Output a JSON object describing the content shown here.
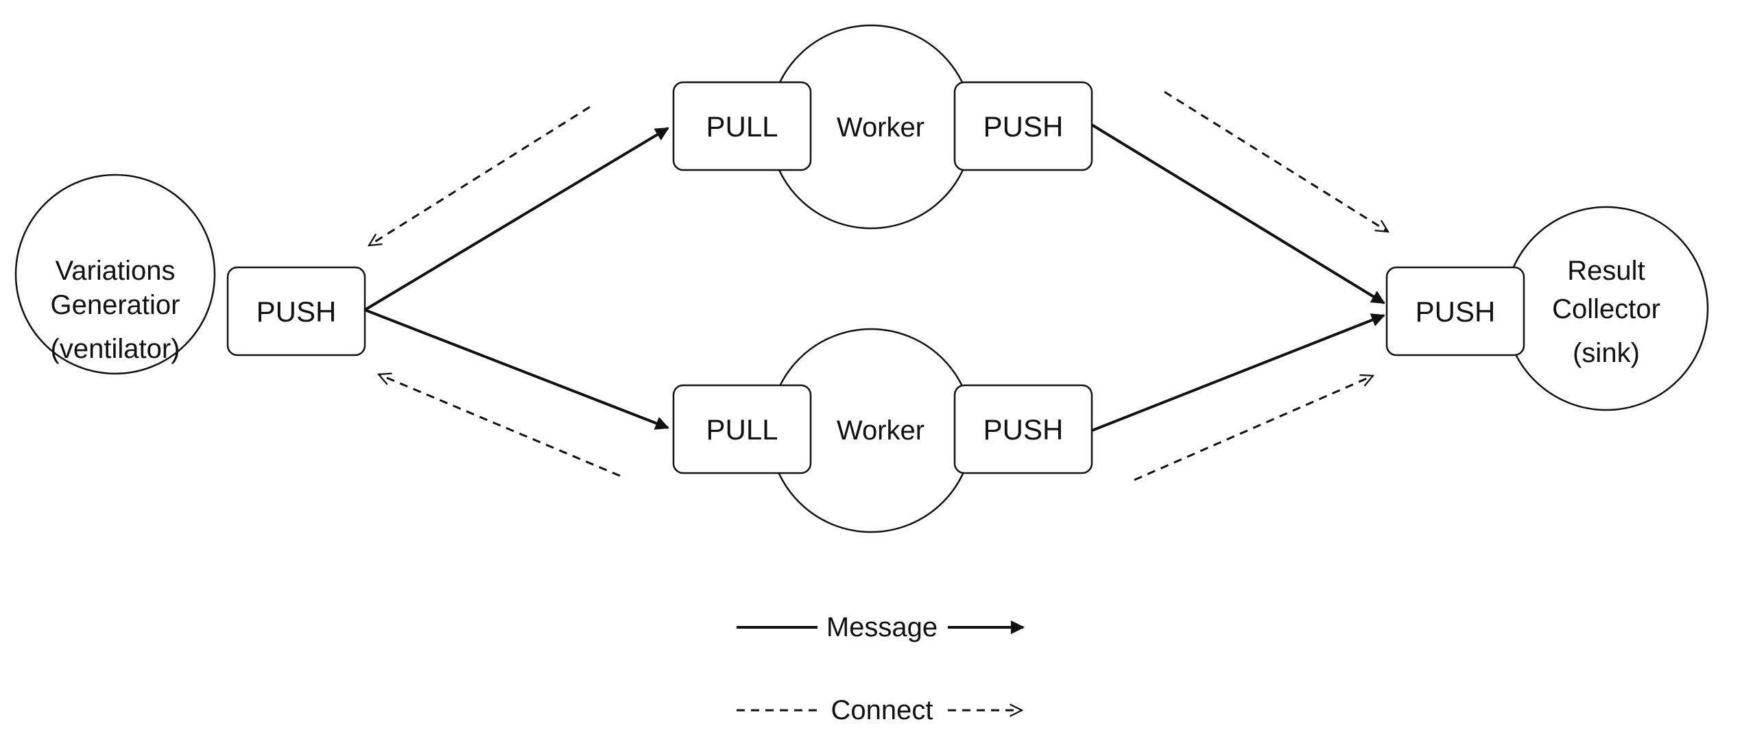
{
  "nodes": {
    "ventilator": {
      "lines": [
        "Variations",
        "Generatior",
        "(ventilator)"
      ],
      "socket": "PUSH"
    },
    "worker_top": {
      "label": "Worker",
      "left_socket": "PULL",
      "right_socket": "PUSH"
    },
    "worker_bottom": {
      "label": "Worker",
      "left_socket": "PULL",
      "right_socket": "PUSH"
    },
    "sink": {
      "lines": [
        "Result",
        "Collector",
        "(sink)"
      ],
      "socket": "PUSH"
    }
  },
  "legend": {
    "message": "Message",
    "connect": "Connect"
  },
  "colors": {
    "stroke": "#111111",
    "background": "#ffffff"
  }
}
